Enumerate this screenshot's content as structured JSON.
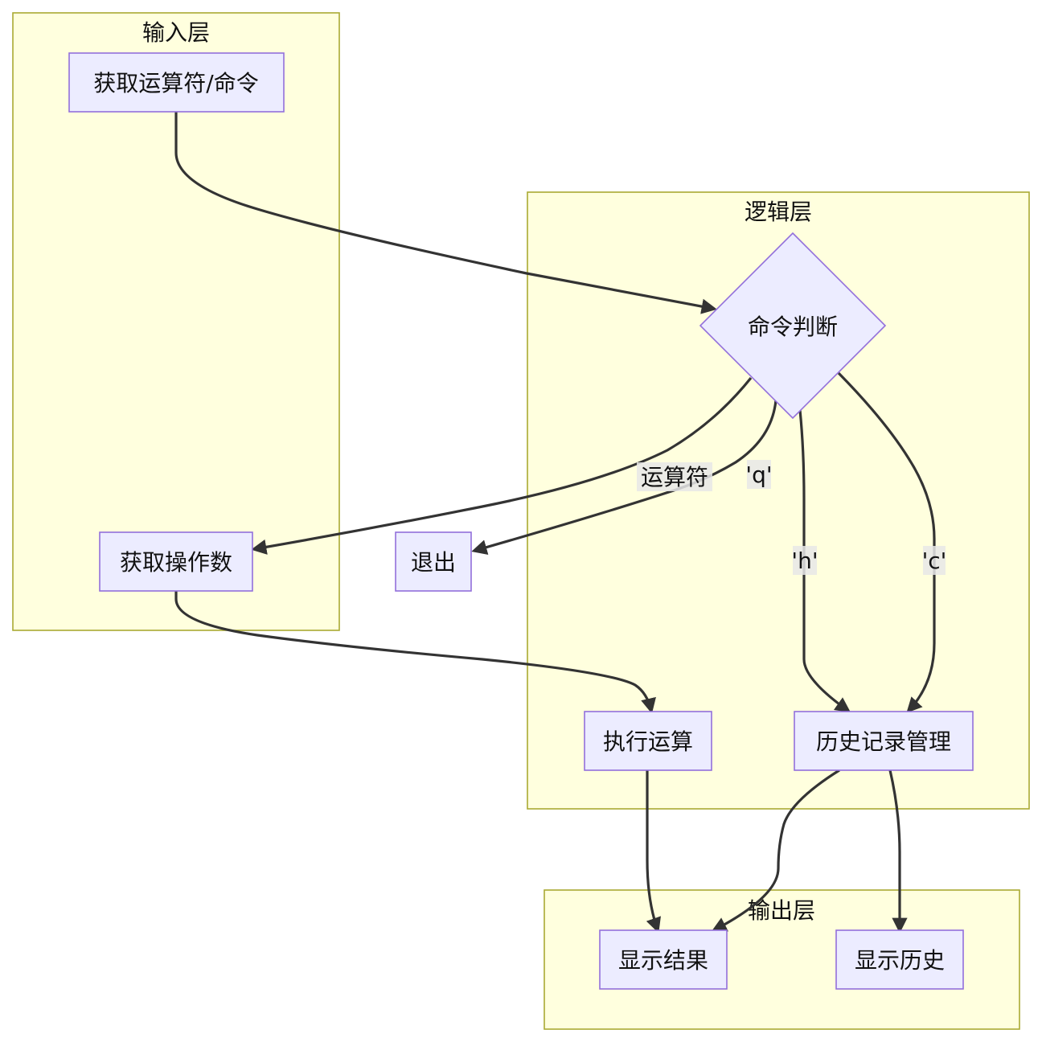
{
  "clusters": {
    "input": "输入层",
    "logic": "逻辑层",
    "output": "输出层"
  },
  "nodes": {
    "get_op": "获取运算符/命令",
    "get_operands": "获取操作数",
    "cmd_decision": "命令判断",
    "quit": "退出",
    "execute": "执行运算",
    "history_mgmt": "历史记录管理",
    "show_result": "显示结果",
    "show_history": "显示历史"
  },
  "edge_labels": {
    "operator": "运算符",
    "q": "'q'",
    "h": "'h'",
    "c": "'c'"
  },
  "colors": {
    "cluster_fill": "#ffffde",
    "cluster_stroke": "#aaaa33",
    "node_fill": "#ececff",
    "node_stroke": "#9370db",
    "edge": "#333333"
  }
}
